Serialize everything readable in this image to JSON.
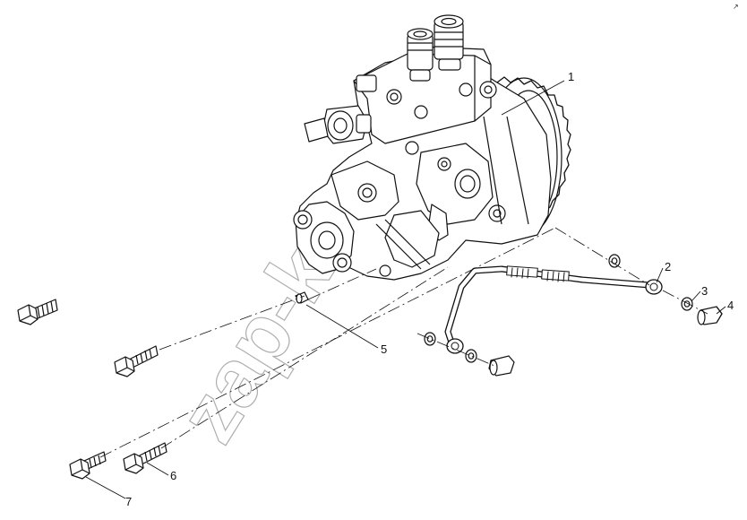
{
  "watermark": "zap-k.ru",
  "corner_mark": "↗",
  "callouts": [
    {
      "label": "1"
    },
    {
      "label": "2"
    },
    {
      "label": "3"
    },
    {
      "label": "4"
    },
    {
      "label": "5"
    },
    {
      "label": "6"
    },
    {
      "label": "7"
    }
  ]
}
